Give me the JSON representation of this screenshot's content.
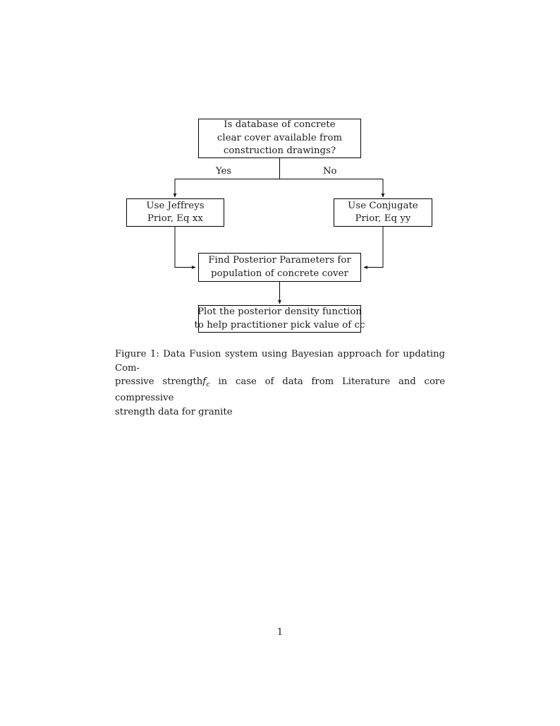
{
  "document": {
    "page_number": "1",
    "background_color": "#ffffff",
    "text_color": "#1a1a1a",
    "line_color": "#000000"
  },
  "figure": {
    "type": "flowchart",
    "nodes": [
      {
        "id": "question",
        "shape": "rectangle",
        "lines": [
          "Is database of concrete",
          "clear cover available from",
          "construction drawings?"
        ]
      },
      {
        "id": "jeffreys",
        "shape": "rectangle",
        "lines": [
          "Use Jeffreys",
          "Prior, Eq xx"
        ]
      },
      {
        "id": "conjugate",
        "shape": "rectangle",
        "lines": [
          "Use Conjugate",
          "Prior, Eq yy"
        ]
      },
      {
        "id": "posterior",
        "shape": "rectangle",
        "lines": [
          "Find Posterior Parameters for",
          "population of concrete cover"
        ]
      },
      {
        "id": "plot",
        "shape": "rectangle",
        "lines": [
          "Plot the posterior density function",
          "to help practitioner pick value of cc"
        ]
      }
    ],
    "edge_labels": {
      "yes": "Yes",
      "no": "No"
    },
    "edges": [
      {
        "from": "question",
        "to": "jeffreys",
        "label": "Yes",
        "arrow": true
      },
      {
        "from": "question",
        "to": "conjugate",
        "label": "No",
        "arrow": true
      },
      {
        "from": "jeffreys",
        "to": "posterior",
        "label": "",
        "arrow": true
      },
      {
        "from": "conjugate",
        "to": "posterior",
        "label": "",
        "arrow": true
      },
      {
        "from": "posterior",
        "to": "plot",
        "label": "",
        "arrow": true
      }
    ]
  },
  "caption": {
    "label": "Figure 1:",
    "line1_pre": "Figure 1: Data Fusion system using Bayesian approach for updating Com-",
    "line2_a": "pressive strength",
    "math_f": "f",
    "math_sub": "c",
    "line2_b": "in case of data from Literature and core compressive",
    "line3": "strength data for granite",
    "full_text": "Figure 1: Data Fusion system using Bayesian approach for updating Compressive strength f_c in case of data from Literature and core compressive strength data for granite"
  }
}
